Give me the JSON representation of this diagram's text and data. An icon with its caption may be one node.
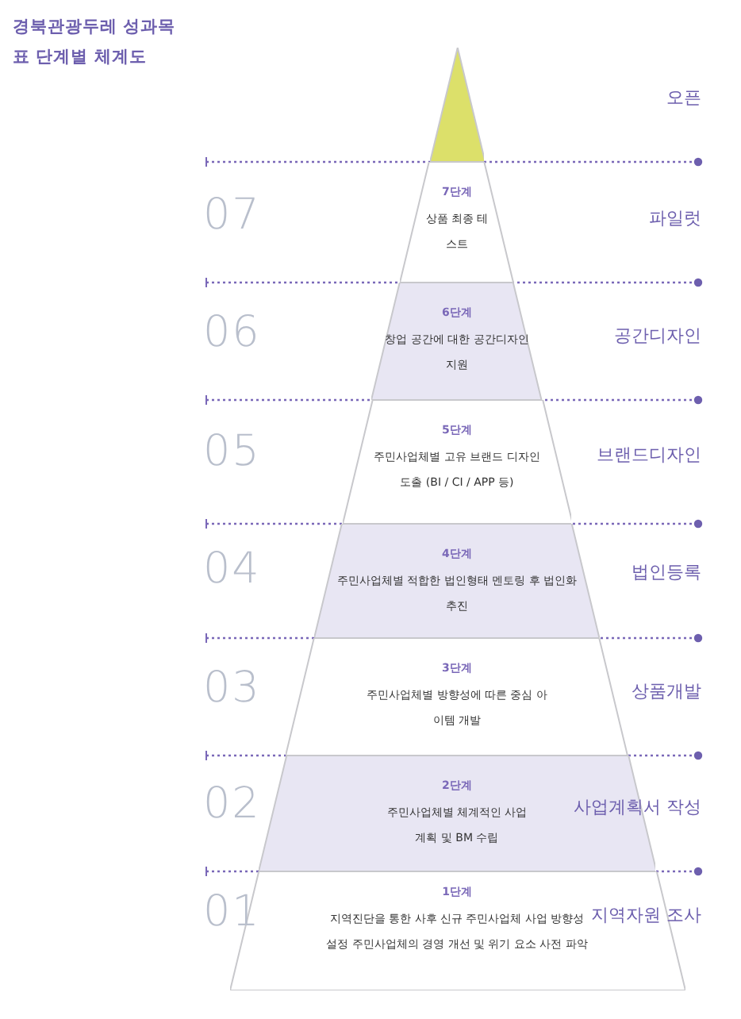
{
  "diagram": {
    "title": "경북관광두레 성과목표 단계별 체계도",
    "nodes": [
      {
        "text": [],
        "shape": "triangle"
      },
      {
        "text": [
          "7단계",
          "상품 최종 테스트"
        ]
      },
      {
        "text": [
          "6단계",
          "창업 공간에 대한 공간디자인 지원"
        ]
      },
      {
        "text": [
          "5단계",
          "주민사업체별 고유 브랜드 디자인 도출 (BI / CI / APP 등)"
        ]
      },
      {
        "text": [
          "4단계",
          "주민사업체별 적합한 법인형태 멘토링 후 법인화 추진"
        ]
      },
      {
        "text": [
          "3단계",
          "주민사업체별 방향성에 따른 중심 아이템 개발"
        ]
      },
      {
        "text": [
          "2단계",
          "주민사업체별 체계적인 사업계획 및 BM 수립"
        ]
      },
      {
        "text": [
          "1단계",
          "지역진단을 통한 사후 신규 주민사업체 사업 방향성 설정 주민사업체의 경영 개선 및 위기 요소 사전 파악"
        ]
      }
    ],
    "labels": [
      "오픈",
      "07",
      "파일럿",
      "06",
      "공간디자인",
      "05",
      "브랜드디자인",
      "04",
      "법인등록",
      "03",
      "상품개발",
      "02",
      "사업계획서 작성",
      "01",
      "지역자원 조사"
    ]
  }
}
